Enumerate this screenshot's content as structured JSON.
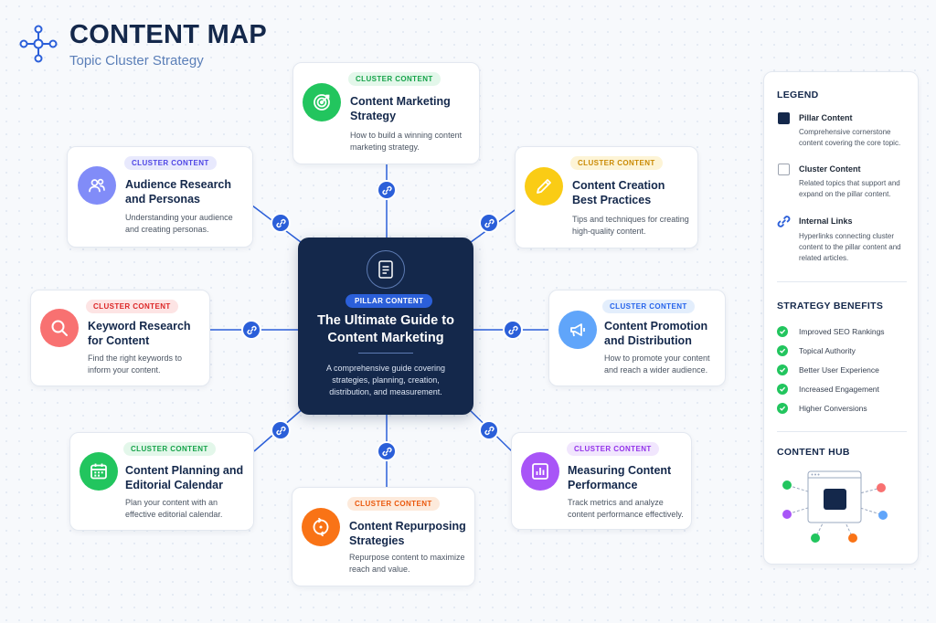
{
  "header": {
    "title": "CONTENT MAP",
    "subtitle": "Topic Cluster Strategy",
    "logo_icon": "network-nodes-icon"
  },
  "pillar": {
    "badge": "PILLAR CONTENT",
    "title": "The Ultimate Guide to Content Marketing",
    "description": "A comprehensive guide covering strategies, planning, creation, distribution, and measurement.",
    "icon": "document-icon"
  },
  "clusters": [
    {
      "id": "strategy",
      "badge": "CLUSTER CONTENT",
      "title": "Content Marketing Strategy",
      "description": "How to build a winning content marketing strategy.",
      "icon": "target-icon",
      "color": "#22c55e",
      "badge_bg": "#e3f7ea",
      "badge_fg": "#16a34a"
    },
    {
      "id": "creation",
      "badge": "CLUSTER CONTENT",
      "title": "Content Creation Best Practices",
      "description": "Tips and techniques for creating high-quality content.",
      "icon": "pencil-icon",
      "color": "#facc15",
      "badge_bg": "#fdf4d6",
      "badge_fg": "#ca8a04"
    },
    {
      "id": "promotion",
      "badge": "CLUSTER CONTENT",
      "title": "Content Promotion and Distribution",
      "description": "How to promote your content and reach a wider audience.",
      "icon": "megaphone-icon",
      "color": "#60a5fa",
      "badge_bg": "#e3eefc",
      "badge_fg": "#2563eb"
    },
    {
      "id": "measuring",
      "badge": "CLUSTER CONTENT",
      "title": "Measuring Content Performance",
      "description": "Track metrics and analyze content performance effectively.",
      "icon": "bar-chart-icon",
      "color": "#a855f7",
      "badge_bg": "#f1e6fd",
      "badge_fg": "#9333ea"
    },
    {
      "id": "repurposing",
      "badge": "CLUSTER CONTENT",
      "title": "Content Repurposing Strategies",
      "description": "Repurpose content to maximize reach and value.",
      "icon": "recycle-icon",
      "color": "#f97316",
      "badge_bg": "#fdeadb",
      "badge_fg": "#ea580c"
    },
    {
      "id": "planning",
      "badge": "CLUSTER CONTENT",
      "title": "Content Planning and Editorial Calendar",
      "description": "Plan your content with an effective editorial calendar.",
      "icon": "calendar-icon",
      "color": "#22c55e",
      "badge_bg": "#e3f7ea",
      "badge_fg": "#16a34a"
    },
    {
      "id": "keyword",
      "badge": "CLUSTER CONTENT",
      "title": "Keyword Research for Content",
      "description": "Find the right keywords to inform your content.",
      "icon": "magnifier-icon",
      "color": "#f87171",
      "badge_bg": "#fde4e4",
      "badge_fg": "#dc2626"
    },
    {
      "id": "audience",
      "badge": "CLUSTER CONTENT",
      "title": "Audience Research and Personas",
      "description": "Understanding your audience and creating personas.",
      "icon": "users-icon",
      "color": "#818cf8",
      "badge_bg": "#e8e9fd",
      "badge_fg": "#4f46e5"
    }
  ],
  "legend": {
    "heading": "LEGEND",
    "items": [
      {
        "label": "Pillar Content",
        "description": "Comprehensive cornerstone content covering the core topic.",
        "icon": "filled-square-icon"
      },
      {
        "label": "Cluster Content",
        "description": "Related topics that support and expand on the pillar content.",
        "icon": "outline-square-icon"
      },
      {
        "label": "Internal Links",
        "description": "Hyperlinks connecting cluster content to the pillar content and related articles.",
        "icon": "link-icon"
      }
    ]
  },
  "benefits": {
    "heading": "STRATEGY BENEFITS",
    "items": [
      "Improved SEO Rankings",
      "Topical Authority",
      "Better User Experience",
      "Increased Engagement",
      "Higher Conversions"
    ]
  },
  "hub": {
    "heading": "CONTENT HUB",
    "node_colors": [
      "#22c55e",
      "#a855f7",
      "#f87171",
      "#60a5fa",
      "#22c55e",
      "#f97316"
    ]
  },
  "colors": {
    "navy": "#14284b",
    "link_blue": "#2b5fd9",
    "check_green": "#22c55e"
  }
}
